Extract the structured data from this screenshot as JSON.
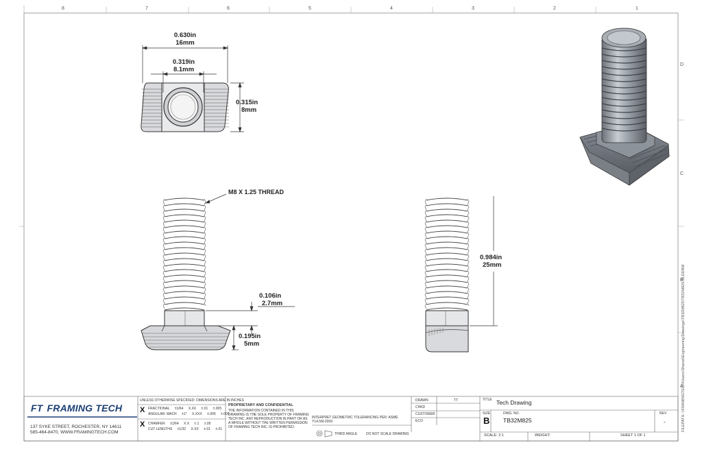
{
  "border_zones": {
    "top": [
      "8",
      "7",
      "6",
      "5",
      "4",
      "3",
      "2",
      "1"
    ],
    "right": [
      "D",
      "C",
      "B",
      "A"
    ]
  },
  "views": {
    "top_view": {
      "overall_width_in": "0.630in",
      "overall_width_mm": "16mm",
      "bore_width_in": "0.319in",
      "bore_width_mm": "8.1mm",
      "height_in": "0.315in",
      "height_mm": "8mm"
    },
    "front_view": {
      "thread_note": "M8 X 1.25 THREAD",
      "neck_in": "0.106in",
      "neck_mm": "2.7mm",
      "head_in": "0.195in",
      "head_mm": "5mm"
    },
    "side_view": {
      "length_in": "0.984in",
      "length_mm": "25mm"
    }
  },
  "company": {
    "name": "FRAMING TECH",
    "logo_letters": "FT",
    "address_line1": "137 SYKE STREET, ROCHESTER, NY 14611",
    "address_line2": "585-464-8470, WWW.FRAMINGTECH.COM"
  },
  "title_block": {
    "tolerance_header": "UNLESS OTHERWISE SPECIFIED: DIMENSIONS ARE IN INCHES",
    "tolerance_rows": [
      {
        "label": "FRACTIONAL",
        "a": "±1/64",
        "b": "X.XX",
        "c": "±.01",
        "d": "±.005"
      },
      {
        "label": "ANGULAR: MACH",
        "a": "±1°",
        "b": "X.XXX",
        "c": "±.005",
        "d": "±.005"
      },
      {
        "label": "CHAMFER",
        "a": "±1/64",
        "b": "X.X",
        "c": "±.1",
        "d": "±.05"
      },
      {
        "label": "CUT LENGTHS",
        "a": "±1/32",
        "b": "X.XX",
        "c": "±.01",
        "d": "±.01"
      }
    ],
    "checkmarks": [
      "X",
      "X"
    ],
    "proprietary_title": "PROPRIETARY AND CONFIDENTIAL",
    "proprietary_body": "THE INFORMATION CONTAINED IN THIS DRAWING IS THE SOLE PROPERTY OF FRAMING TECH INC. ANY REPRODUCTION IN PART OR AS A WHOLE WITHOUT THE WRITTEN PERMISSION OF FRAMING TECH INC. IS PROHIBITED.",
    "interpret_note": "INTERPRET GEOMETRIC TOLERANCING PER: ASME Y14.5M-2009",
    "third_angle": "THIRD ANGLE",
    "do_not_scale": "DO NOT SCALE DRAWING",
    "drawn_label": "DRAWN",
    "drawn_value": "TT",
    "checked_label": "CHKD",
    "customer_label": "CUSTOMER",
    "eco_label": "ECO",
    "title_label": "TITLE",
    "title_value": "Tech Drawing",
    "size_label": "SIZE",
    "size_value": "B",
    "dwg_label": "DWG. NO.",
    "dwg_value": "TB32M825",
    "rev_label": "REV",
    "rev_value": "-",
    "scale_text": "SCALE: 2:1",
    "weight_text": "WEIGHT:",
    "sheet_text": "SHEET 1 OF 1"
  },
  "side_path": "FILEPATH: \\\\FRAMINGTECH\\Users\\Shared\\Engineering\\Drawings\\TB32M825\\TB32M825.SLDDRW"
}
